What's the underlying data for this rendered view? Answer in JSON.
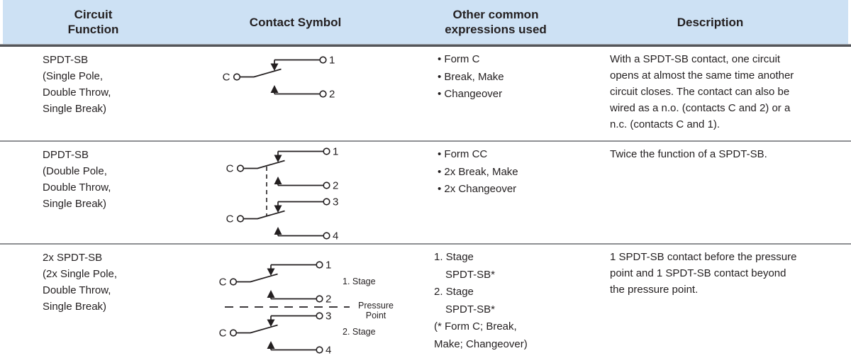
{
  "header": {
    "circuit_function": "Circuit\nFunction",
    "contact_symbol": "Contact Symbol",
    "other_expressions": "Other common\nexpressions used",
    "description": "Description"
  },
  "colors": {
    "header_bg": "#cde1f4",
    "header_rule": "#54565a",
    "row_separator": "#8e9093",
    "text": "#231f20"
  },
  "rows": [
    {
      "function": "SPDT-SB\n(Single Pole,\nDouble Throw,\nSingle Break)",
      "symbol": {
        "c": "C",
        "t1": "1",
        "t2": "2"
      },
      "expressions": [
        "Form C",
        "Break, Make",
        "Changeover"
      ],
      "description": "With a SPDT-SB contact, one circuit\nopens at almost the same time another\ncircuit closes. The contact can also be\nwired as a n.o. (contacts C and 2) or a\nn.c. (contacts C and 1)."
    },
    {
      "function": "DPDT-SB\n(Double Pole,\nDouble Throw,\nSingle Break)",
      "symbol": {
        "c1": "C",
        "c2": "C",
        "t1": "1",
        "t2": "2",
        "t3": "3",
        "t4": "4"
      },
      "expressions": [
        "Form CC",
        "2x Break, Make",
        "2x Changeover"
      ],
      "description": "Twice the function of a SPDT-SB."
    },
    {
      "function": "2x SPDT-SB\n(2x Single Pole,\nDouble Throw,\nSingle Break)",
      "symbol": {
        "c1": "C",
        "c2": "C",
        "t1": "1",
        "t2": "2",
        "t3": "3",
        "t4": "4",
        "stage1": "1. Stage",
        "stage2": "2. Stage",
        "pressure1": "Pressure",
        "pressure2": "Point"
      },
      "expressions_lines": [
        "1. Stage",
        "SPDT-SB*",
        "2. Stage",
        "SPDT-SB*",
        "(* Form C; Break,",
        "Make; Changeover)"
      ],
      "description": "1 SPDT-SB contact before the pressure\npoint and 1 SPDT-SB contact beyond\nthe pressure point."
    }
  ]
}
